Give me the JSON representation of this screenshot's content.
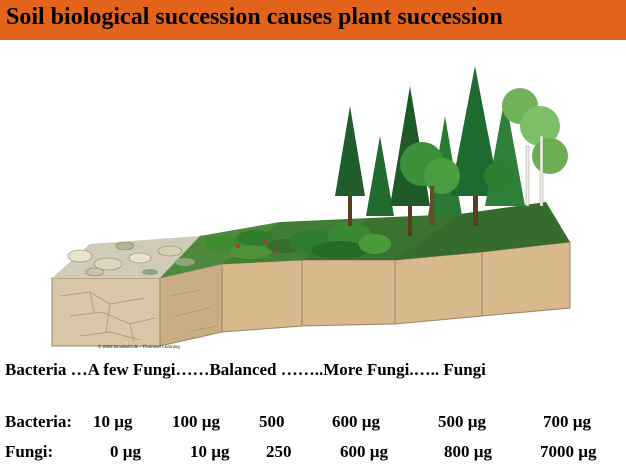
{
  "title": "Soil biological succession causes plant succession",
  "illustration": {
    "credit": "© 2002 Brooks/Cole - Thomson Learning"
  },
  "succession_line": "Bacteria …A few Fungi……Balanced ……..More Fungi.….. Fungi",
  "bacteria_row": {
    "label": "Bacteria:",
    "values": [
      "10 µg",
      "100 µg",
      "500",
      "600 µg",
      "500 µg",
      "700 µg"
    ]
  },
  "fungi_row": {
    "label": "Fungi:",
    "values": [
      "0 µg",
      "10 µg",
      "250",
      "600 µg",
      "800 µg",
      "7000 µg"
    ]
  },
  "colors": {
    "title_bar": "#e4631b",
    "soil_front": "#d7b98b",
    "soil_top_dark": "#b99868",
    "vegetation": "#2f7d2e",
    "rock": "#cfcbb8"
  }
}
